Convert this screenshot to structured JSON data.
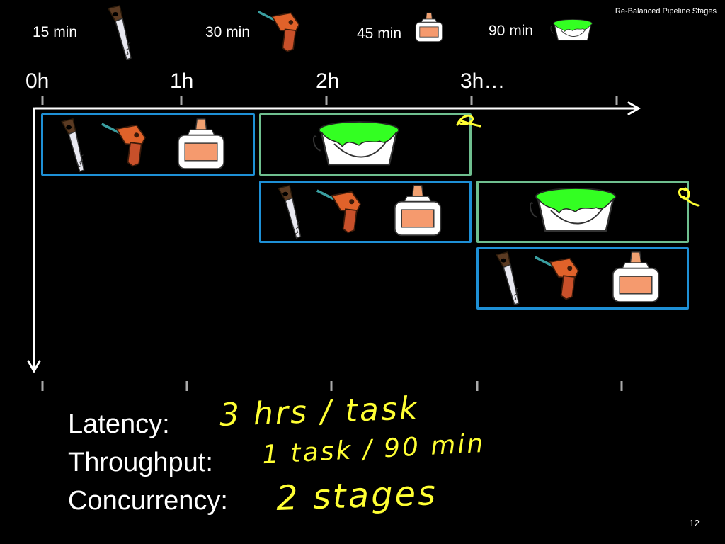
{
  "slide": {
    "title": "Re-Balanced Pipeline Stages",
    "page_number": "12"
  },
  "tools": [
    {
      "name": "saw",
      "label": "15 min"
    },
    {
      "name": "drill",
      "label": "30 min"
    },
    {
      "name": "glue",
      "label": "45 min"
    },
    {
      "name": "paint",
      "label": "90 min"
    }
  ],
  "timeline": {
    "hours": [
      "0h",
      "1h",
      "2h",
      "3h…"
    ]
  },
  "metrics": {
    "latency_label": "Latency:",
    "throughput_label": "Throughput:",
    "concurrency_label": "Concurrency:"
  },
  "handwriting": {
    "latency": "3 hrs / task",
    "throughput": "1 task / 90 min",
    "concurrency": "2 stages"
  },
  "colors": {
    "stage_a_border": "#1e90d6",
    "stage_b_border": "#6fbf8f",
    "paint_green": "#33ff22",
    "drill_orange": "#e0622a",
    "glue_label": "#f59a6e",
    "ink_yellow": "#ffff33"
  }
}
